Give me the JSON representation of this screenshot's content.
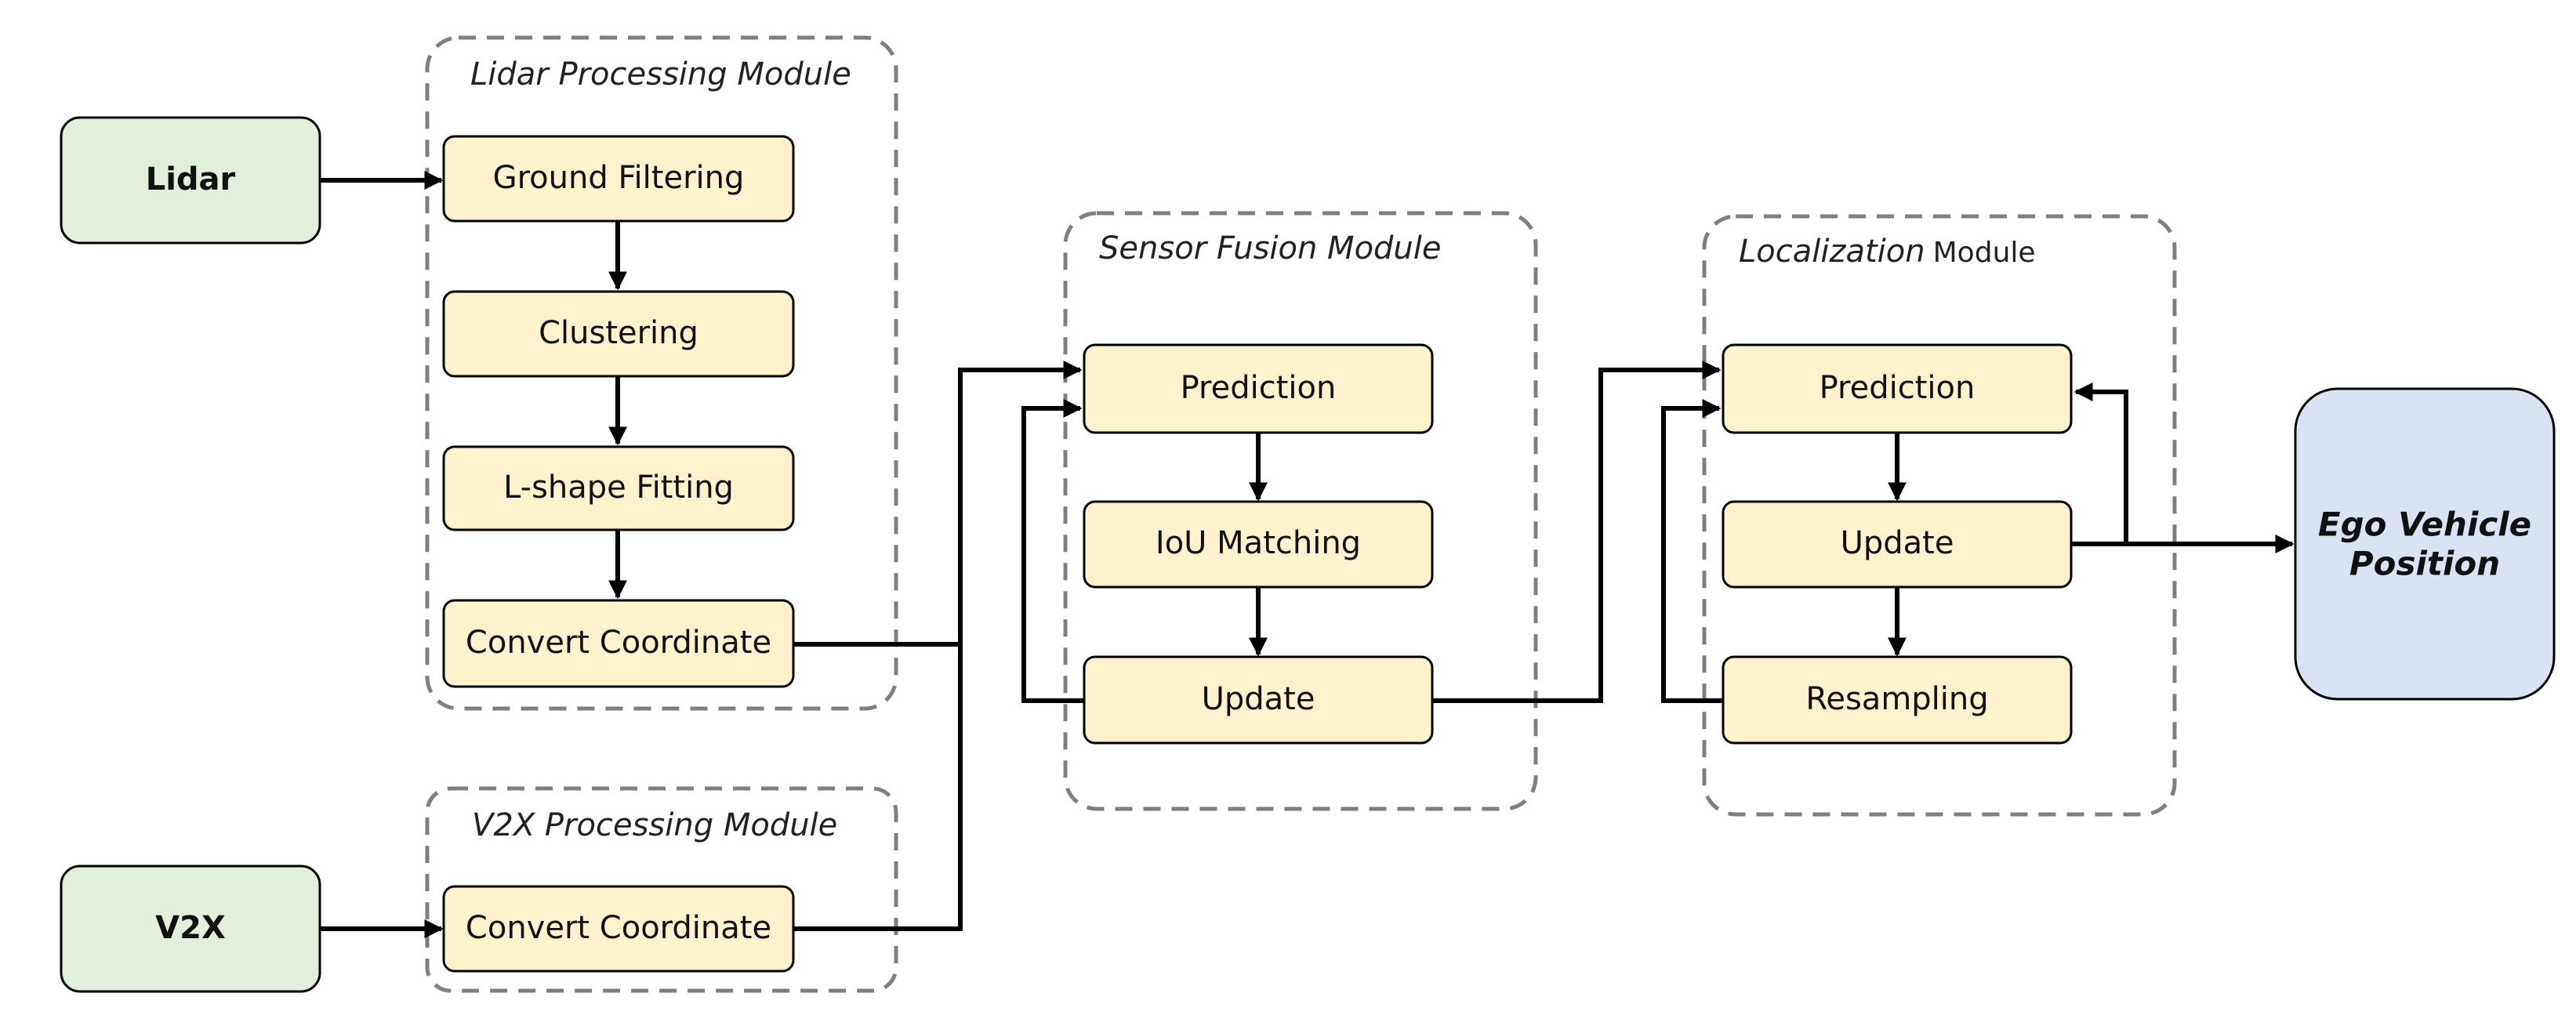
{
  "modules": {
    "lidar_processing": "Lidar Processing Module",
    "v2x_processing": "V2X Processing Module",
    "sensor_fusion": "Sensor Fusion Module",
    "localization_italic": "Localization",
    "localization_plain": "Module"
  },
  "sources": {
    "lidar": "Lidar",
    "v2x": "V2X"
  },
  "lidar_steps": {
    "ground_filtering": "Ground Filtering",
    "clustering": "Clustering",
    "l_shape_fitting": "L-shape Fitting",
    "convert_coordinate": "Convert Coordinate"
  },
  "v2x_steps": {
    "convert_coordinate": "Convert Coordinate"
  },
  "fusion_steps": {
    "prediction": "Prediction",
    "iou_matching": "IoU Matching",
    "update": "Update"
  },
  "localization_steps": {
    "prediction": "Prediction",
    "update": "Update",
    "resampling": "Resampling"
  },
  "output": {
    "line1": "Ego Vehicle",
    "line2": "Position"
  },
  "colors": {
    "source_fill": "#e2efda",
    "step_fill": "#fff2cc",
    "output_fill": "#dae3f3",
    "module_border": "#7f7f7f",
    "arrow": "#000000"
  }
}
